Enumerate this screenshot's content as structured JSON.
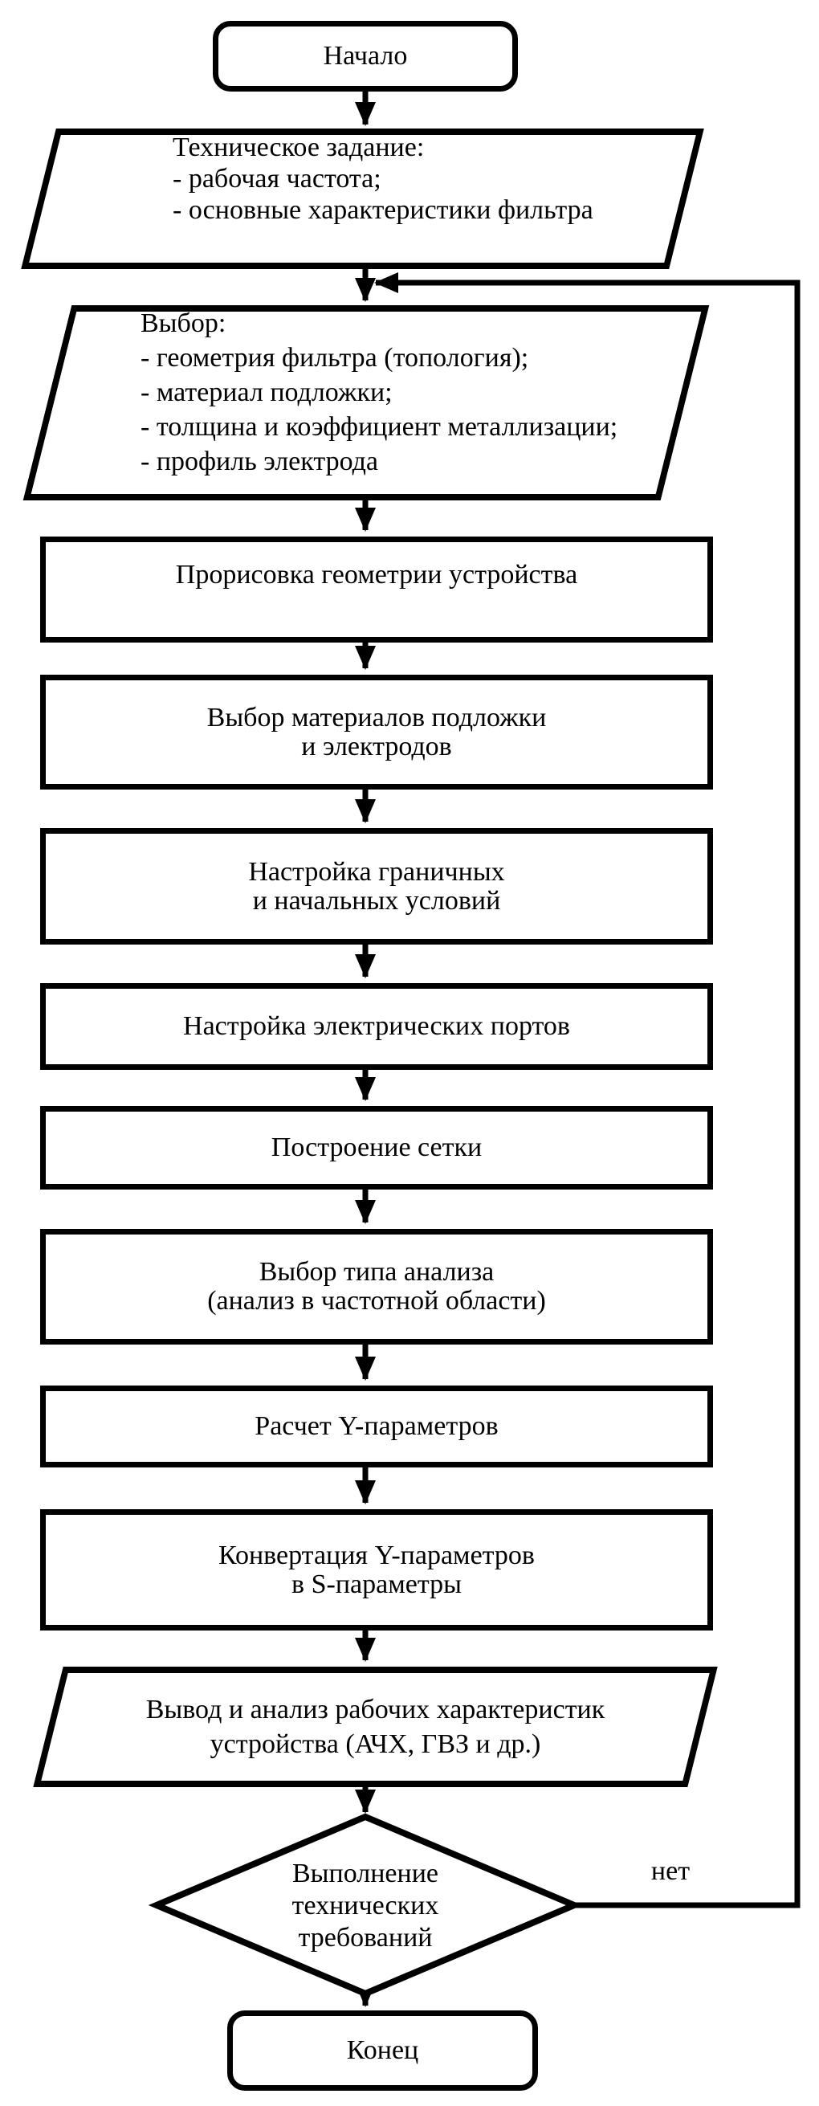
{
  "figure": {
    "background_color": "#ffffff",
    "stroke_color": "#000000",
    "type": "flowchart"
  },
  "nodes": [
    {
      "id": "start",
      "type": "terminator",
      "label": "Начало"
    },
    {
      "id": "spec",
      "type": "parallelogram",
      "label": "Техническое задание:\n- рабочая частота;\n- основные характеристики фильтра"
    },
    {
      "id": "choice",
      "type": "parallelogram",
      "label": "Выбор:\n- геометрия фильтра (топология);\n- материал подложки;\n- толщина и коэффициент металлизации;\n- профиль электрода"
    },
    {
      "id": "draw",
      "type": "process",
      "label": "Прорисовка геометрии устройства"
    },
    {
      "id": "materials",
      "type": "process",
      "label": "Выбор материалов подложки\nи электродов"
    },
    {
      "id": "boundary",
      "type": "process",
      "label": "Настройка граничных\nи начальных условий"
    },
    {
      "id": "ports",
      "type": "process",
      "label": "Настройка электрических портов"
    },
    {
      "id": "mesh",
      "type": "process",
      "label": "Построение сетки"
    },
    {
      "id": "analysis",
      "type": "process",
      "label": "Выбор типа анализа\n(анализ в частотной области)"
    },
    {
      "id": "yparams",
      "type": "process",
      "label": "Расчет Y-параметров"
    },
    {
      "id": "convert",
      "type": "process",
      "label": "Конвертация Y-параметров\nв S-параметры"
    },
    {
      "id": "output",
      "type": "parallelogram",
      "label": "Вывод и анализ рабочих характеристик\nустройства (АЧХ, ГВЗ и др.)"
    },
    {
      "id": "decision",
      "type": "decision",
      "label": "Выполнение\nтехнических\nтребований"
    },
    {
      "id": "end",
      "type": "terminator",
      "label": "Конец"
    }
  ],
  "edges": {
    "no_label": "нет"
  }
}
